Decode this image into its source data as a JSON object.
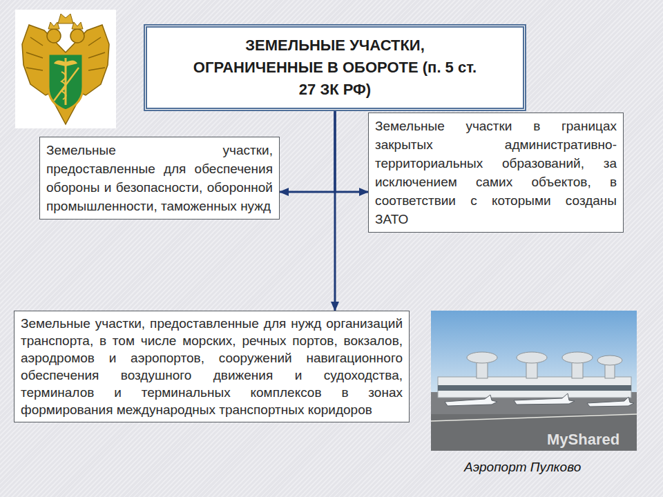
{
  "diagram": {
    "nodes": [
      {
        "text": [
          "ЗЕМЕЛЬНЫЕ УЧАСТКИ, ОГРАНИЧЕННЫЕ В ОБОРОТЕ (п. 5 ст. 27 ЗК РФ)"
        ]
      },
      {
        "text": [
          "Земельные участки, предоставленные для обеспечения обороны и безопасности, оборонной промышленности, таможенных нужд"
        ]
      },
      {
        "text": [
          "Земельные участки в границах закрытых административно-территориальных образований, за исключением самих объектов, в соответствии с которыми созданы ЗАТО"
        ]
      },
      {
        "text": [
          "Земельные участки, предоставленные для нужд организаций транспорта, в том числе морских, речных портов, вокзалов, аэродромов и аэропортов, сооружений навигационного обеспечения воздушного движения и судоходства, терминалов и терминальных комплексов в зонах формирования международных транспортных коридоров"
        ]
      }
    ],
    "edges": [
      {
        "from": 0,
        "to": 1,
        "arrow": "to"
      },
      {
        "from": 0,
        "to": 2,
        "arrow": "to"
      },
      {
        "from": 0,
        "to": 3,
        "arrow": "to"
      }
    ],
    "labels": [
      "Аэропорт Пулково",
      "MyShared"
    ]
  }
}
